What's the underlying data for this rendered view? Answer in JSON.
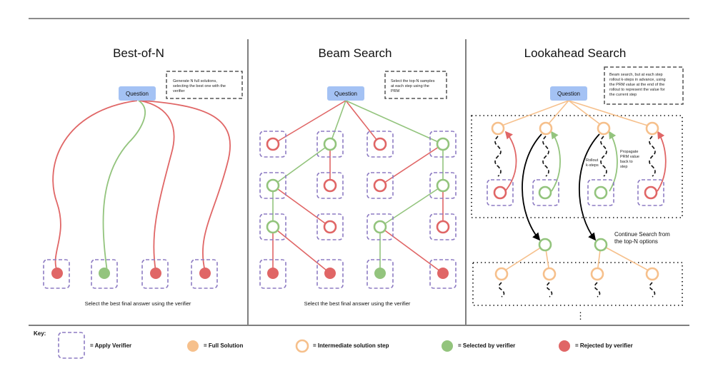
{
  "panels": [
    {
      "title": "Best-of-N",
      "note": [
        "Generate N full solutions,",
        "selecting the best one with the",
        "verifier"
      ],
      "question": "Question",
      "caption": "Select the best final answer using the verifier"
    },
    {
      "title": "Beam Search",
      "note": [
        "Select the top-N samples",
        "at each step using the",
        "PRM"
      ],
      "question": "Question",
      "caption": "Select the best final answer using the verifier"
    },
    {
      "title": "Lookahead Search",
      "note": [
        "Beam search, but at each step",
        "rollout k-steps in advance, using",
        "the PRM value at the end of the",
        "rollout to represent the value for",
        "the current step"
      ],
      "question": "Question",
      "rollout_label": [
        "Rollout",
        "k-steps"
      ],
      "propagate_label": [
        "Propagate",
        "PRM value",
        "back to",
        "step"
      ],
      "continue_label": [
        "Continue Search from",
        "the top-N options"
      ],
      "ellipsis": "⋮"
    }
  ],
  "key": {
    "label": "Key:",
    "items": [
      {
        "symbol": "dashed-box-icon",
        "text": "= Apply Verifier"
      },
      {
        "symbol": "full-solution-icon",
        "text": "= Full Solution"
      },
      {
        "symbol": "intermediate-step-icon",
        "text": "= Intermediate solution step"
      },
      {
        "symbol": "selected-icon",
        "text": "= Selected by verifier"
      },
      {
        "symbol": "rejected-icon",
        "text": "= Rejected by verifier"
      }
    ]
  },
  "colors": {
    "red": "#e06666",
    "green": "#93c47d",
    "orange": "#f6c08c",
    "question_fill": "#a4c2f4",
    "box_dash": "#8e7cc3",
    "divider": "#555555"
  }
}
